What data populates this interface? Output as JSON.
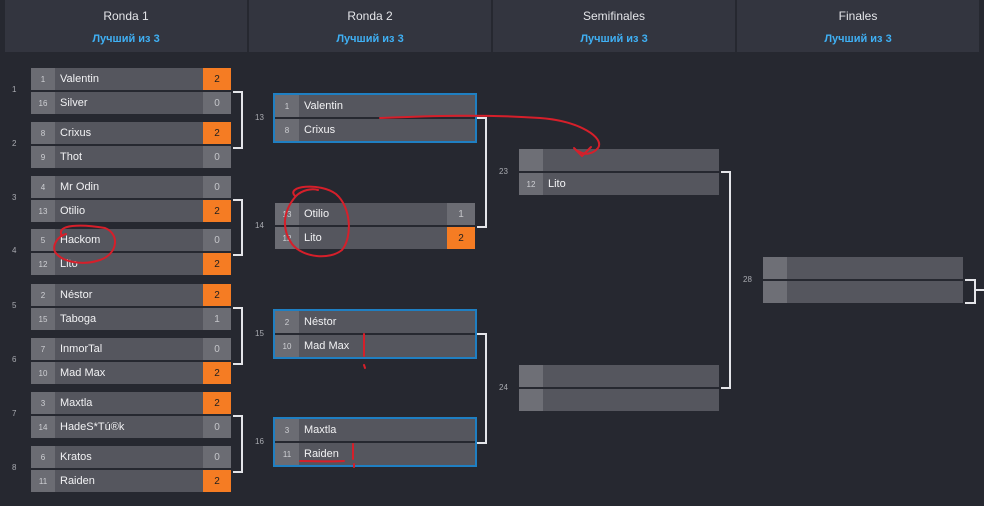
{
  "rounds": [
    {
      "title": "Ronda 1",
      "format": "Лучший из 3"
    },
    {
      "title": "Ronda 2",
      "format": "Лучший из 3"
    },
    {
      "title": "Semifinales",
      "format": "Лучший из 3"
    },
    {
      "title": "Finales",
      "format": "Лучший из 3"
    }
  ],
  "round1": [
    {
      "num": "1",
      "top": {
        "seed": "1",
        "name": "Valentin",
        "score": "2"
      },
      "bottom": {
        "seed": "16",
        "name": "Silver",
        "score": "0"
      }
    },
    {
      "num": "2",
      "top": {
        "seed": "8",
        "name": "Crixus",
        "score": "2"
      },
      "bottom": {
        "seed": "9",
        "name": "Thot",
        "score": "0"
      }
    },
    {
      "num": "3",
      "top": {
        "seed": "4",
        "name": "Mr Odin",
        "score": "0"
      },
      "bottom": {
        "seed": "13",
        "name": "Otilio",
        "score": "2"
      }
    },
    {
      "num": "4",
      "top": {
        "seed": "5",
        "name": "Hackom",
        "score": "0"
      },
      "bottom": {
        "seed": "12",
        "name": "Lito",
        "score": "2"
      }
    },
    {
      "num": "5",
      "top": {
        "seed": "2",
        "name": "Néstor",
        "score": "2"
      },
      "bottom": {
        "seed": "15",
        "name": "Taboga",
        "score": "1"
      }
    },
    {
      "num": "6",
      "top": {
        "seed": "7",
        "name": "InmorTal",
        "score": "0"
      },
      "bottom": {
        "seed": "10",
        "name": "Mad Max",
        "score": "2"
      }
    },
    {
      "num": "7",
      "top": {
        "seed": "3",
        "name": "Maxtla",
        "score": "2"
      },
      "bottom": {
        "seed": "14",
        "name": "HadeS*Tú®k",
        "score": "0"
      }
    },
    {
      "num": "8",
      "top": {
        "seed": "6",
        "name": "Kratos",
        "score": "0"
      },
      "bottom": {
        "seed": "11",
        "name": "Raiden",
        "score": "2"
      }
    }
  ],
  "round2": [
    {
      "num": "13",
      "top": {
        "seed": "1",
        "name": "Valentin",
        "score": ""
      },
      "bottom": {
        "seed": "8",
        "name": "Crixus",
        "score": ""
      }
    },
    {
      "num": "14",
      "top": {
        "seed": "13",
        "name": "Otilio",
        "score": "1"
      },
      "bottom": {
        "seed": "12",
        "name": "Lito",
        "score": "2"
      }
    },
    {
      "num": "15",
      "top": {
        "seed": "2",
        "name": "Néstor",
        "score": ""
      },
      "bottom": {
        "seed": "10",
        "name": "Mad Max",
        "score": ""
      }
    },
    {
      "num": "16",
      "top": {
        "seed": "3",
        "name": "Maxtla",
        "score": ""
      },
      "bottom": {
        "seed": "11",
        "name": "Raiden",
        "score": ""
      }
    }
  ],
  "semis": [
    {
      "num": "23",
      "top": {
        "seed": "",
        "name": "",
        "score": ""
      },
      "bottom": {
        "seed": "12",
        "name": "Lito",
        "score": ""
      }
    },
    {
      "num": "24",
      "top": {
        "seed": "",
        "name": "",
        "score": ""
      },
      "bottom": {
        "seed": "",
        "name": "",
        "score": ""
      }
    }
  ],
  "finals": [
    {
      "num": "28",
      "top": {
        "seed": "",
        "name": "",
        "score": ""
      },
      "bottom": {
        "seed": "",
        "name": "",
        "score": ""
      }
    }
  ],
  "colors": {
    "accent_blue": "#3fb0f4",
    "win_orange": "#f57c23",
    "highlight_border": "#1f7fc2",
    "annotation_red": "#d61f2a"
  }
}
